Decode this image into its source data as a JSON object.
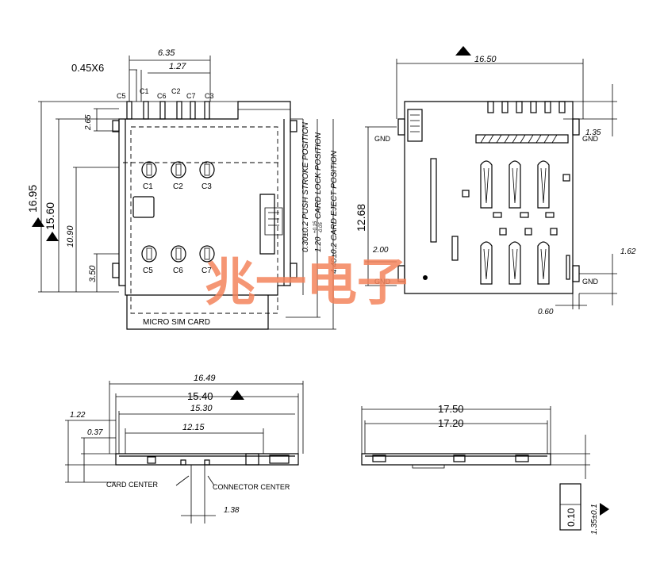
{
  "top_view": {
    "dims": {
      "pitch_count": "0.45X6",
      "span_635": "6.35",
      "pitch_127": "1.27",
      "h_265": "2.65",
      "h_1695": "16.95",
      "h_1560": "15.60",
      "h_1090": "10.90",
      "h_350": "3.50"
    },
    "pins_top": [
      "C5",
      "C1",
      "C6",
      "C2",
      "C7",
      "C3"
    ],
    "contacts_row1": [
      "C1",
      "C2",
      "C3"
    ],
    "contacts_row2": [
      "C5",
      "C6",
      "C7"
    ],
    "positions": {
      "push": "0.30±0.2 PUSH STROKE POSITION",
      "lock_value": "1.20",
      "lock_tol_plus": "+0.15",
      "lock_tol_minus": "-0.05",
      "lock_text": "CARD LOCK POSITION",
      "eject": "4.40±0.2 CARD EJECT POSITION"
    },
    "card_label": "MICRO SIM CARD"
  },
  "bottom_view": {
    "dims": {
      "w_1650": "16.50",
      "h_1268": "12.68",
      "d_135": "1.35",
      "d_200": "2.00",
      "d_162": "1.62",
      "d_060": "0.60"
    },
    "gnd": "GND"
  },
  "front_view": {
    "dims": {
      "w_1649": "16.49",
      "w_1540": "15.40",
      "w_1530": "15.30",
      "w_1215": "12.15",
      "h_122": "1.22",
      "h_037": "0.37",
      "off_138": "1.38"
    },
    "card_center": "CARD CENTER",
    "connector_center": "CONNECTOR CENTER"
  },
  "side_view": {
    "dims": {
      "w_1750": "17.50",
      "w_1720": "17.20",
      "flatness": "0.10",
      "height": "1.35±0.1"
    }
  },
  "watermark": "兆一电子"
}
